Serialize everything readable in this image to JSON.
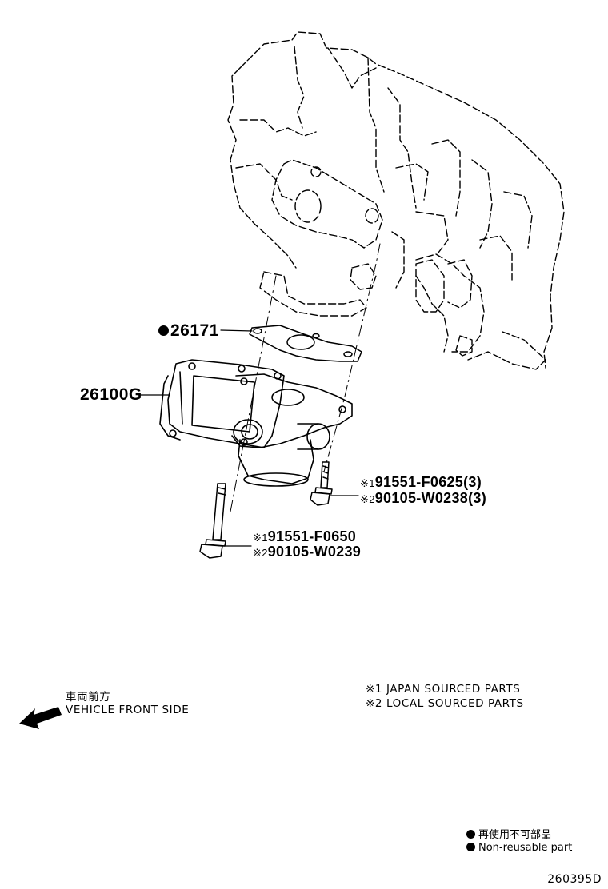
{
  "callouts": {
    "gasket": {
      "part_no": "26171",
      "non_reusable": true
    },
    "valve_assy": {
      "part_no": "26100G"
    },
    "short_bolt": {
      "line1": {
        "mark": "※1",
        "part_no": "91551-F0625(3)"
      },
      "line2": {
        "mark": "※2",
        "part_no": "90105-W0238(3)"
      }
    },
    "long_bolt": {
      "line1": {
        "mark": "※1",
        "part_no": "91551-F0650"
      },
      "line2": {
        "mark": "※2",
        "part_no": "90105-W0239"
      }
    }
  },
  "front_indicator": {
    "label_jp": "車両前方",
    "label_en": "VEHICLE FRONT SIDE"
  },
  "source_notes": [
    "※1 JAPAN SOURCED PARTS",
    "※2 LOCAL SOURCED PARTS"
  ],
  "legend": {
    "jp": "再使用不可部品",
    "en": "Non-reusable part"
  },
  "diagram_code": "260395D"
}
